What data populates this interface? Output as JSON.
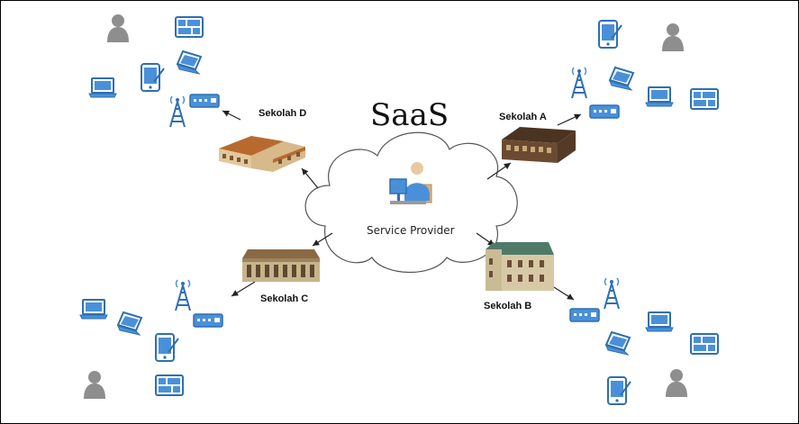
{
  "title": "SaaS",
  "center_label": "Service Provider",
  "schools": {
    "a": "Sekolah A",
    "b": "Sekolah B",
    "c": "Sekolah C",
    "d": "Sekolah D"
  },
  "colors": {
    "device_fill": "#4a90d9",
    "device_stroke": "#2f6fb0",
    "user_gray": "#8e8e8e",
    "cloud_stroke": "#555555",
    "arrow": "#222222"
  },
  "icons": {
    "user": "user-icon",
    "laptop": "laptop-icon",
    "monitor": "monitor-icon",
    "tablet": "tablet-icon",
    "tower": "antenna-tower-icon",
    "modem": "modem-icon",
    "panel": "dashboard-panel-icon"
  }
}
